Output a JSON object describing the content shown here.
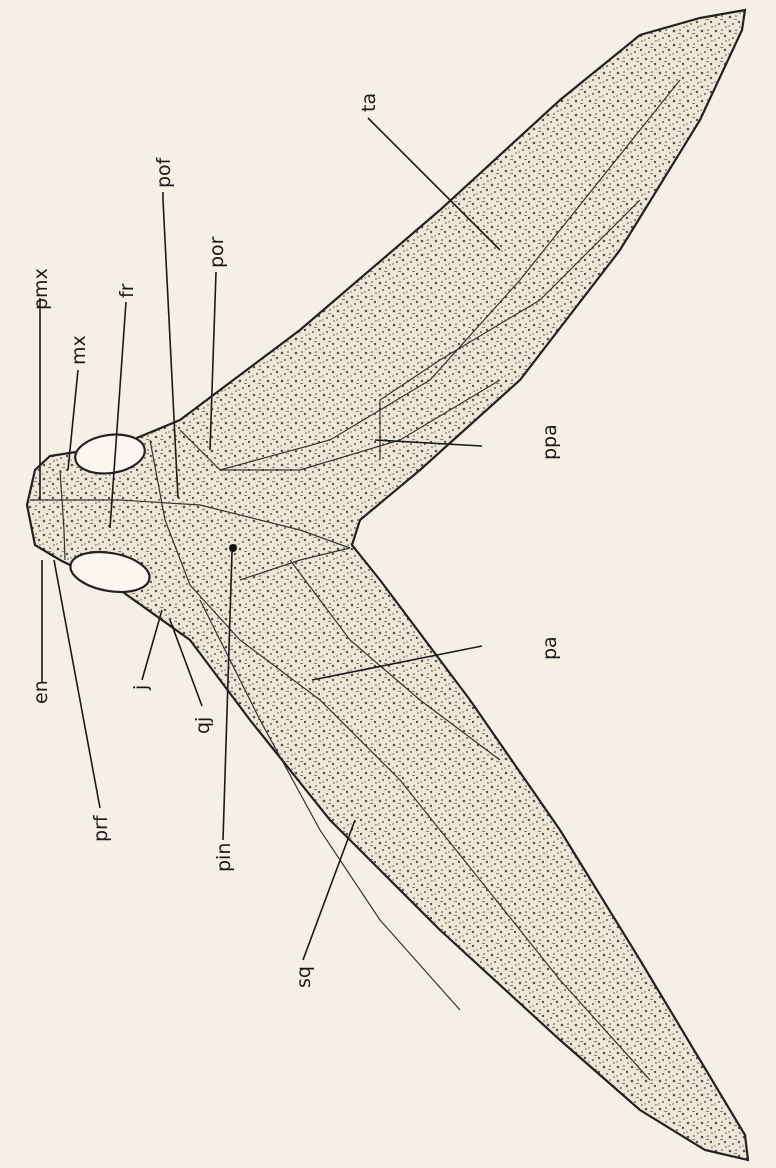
{
  "labels": {
    "pmx": "pmx",
    "mx": "mx",
    "fr": "fr",
    "pof": "pof",
    "por": "por",
    "ta": "ta",
    "ppa": "ppa",
    "pa": "pa",
    "en": "en",
    "j": "j",
    "qj": "qj",
    "prf": "prf",
    "pin": "pin",
    "sq": "sq"
  },
  "colors": {
    "background": "#f6efe6",
    "ink": "#1a1a1a"
  }
}
